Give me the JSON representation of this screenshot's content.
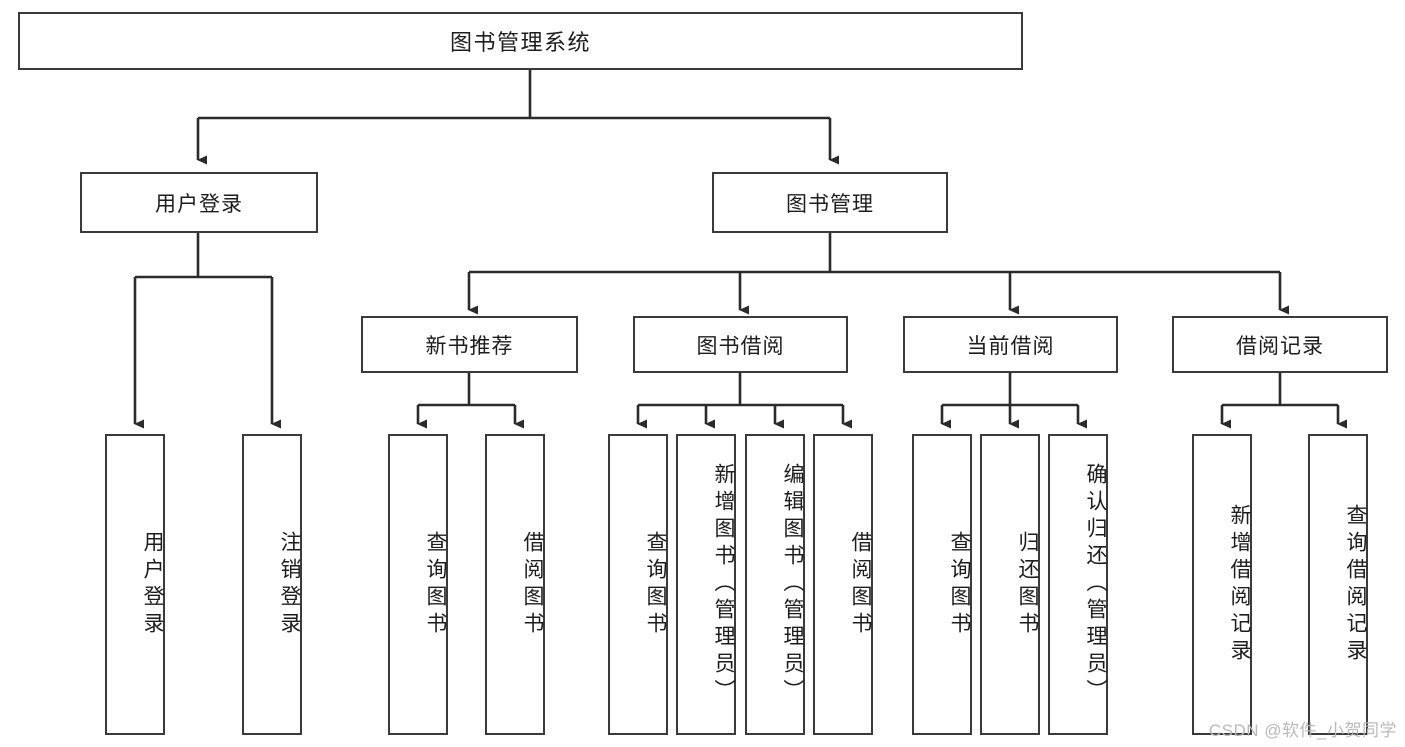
{
  "diagram": {
    "type": "tree",
    "title": "图书管理系统",
    "watermark": "CSDN @软件_小贺同学",
    "colors": {
      "box_border": "#3a3a3a",
      "box_fill": "#ffffff",
      "edge": "#2b2b2b",
      "text": "#1d1d1d",
      "watermark": "#b9b9b9"
    },
    "nodes": {
      "root": {
        "label": "图书管理系统"
      },
      "level2": [
        {
          "label": "用户登录"
        },
        {
          "label": "图书管理"
        }
      ],
      "level3": [
        {
          "label": "新书推荐"
        },
        {
          "label": "图书借阅"
        },
        {
          "label": "当前借阅"
        },
        {
          "label": "借阅记录"
        }
      ],
      "leaves": {
        "user_login": [
          {
            "label": "用户登录"
          },
          {
            "label": "注销登录"
          }
        ],
        "new_books": [
          {
            "label": "查询图书"
          },
          {
            "label": "借阅图书"
          }
        ],
        "book_borrow": [
          {
            "label": "查询图书"
          },
          {
            "label": "新增图书（管理员）"
          },
          {
            "label": "编辑图书（管理员）"
          },
          {
            "label": "借阅图书"
          }
        ],
        "current_borrow": [
          {
            "label": "查询图书"
          },
          {
            "label": "归还图书"
          },
          {
            "label": "确认归还（管理员）"
          }
        ],
        "borrow_records": [
          {
            "label": "新增借阅记录"
          },
          {
            "label": "查询借阅记录"
          }
        ]
      }
    }
  }
}
